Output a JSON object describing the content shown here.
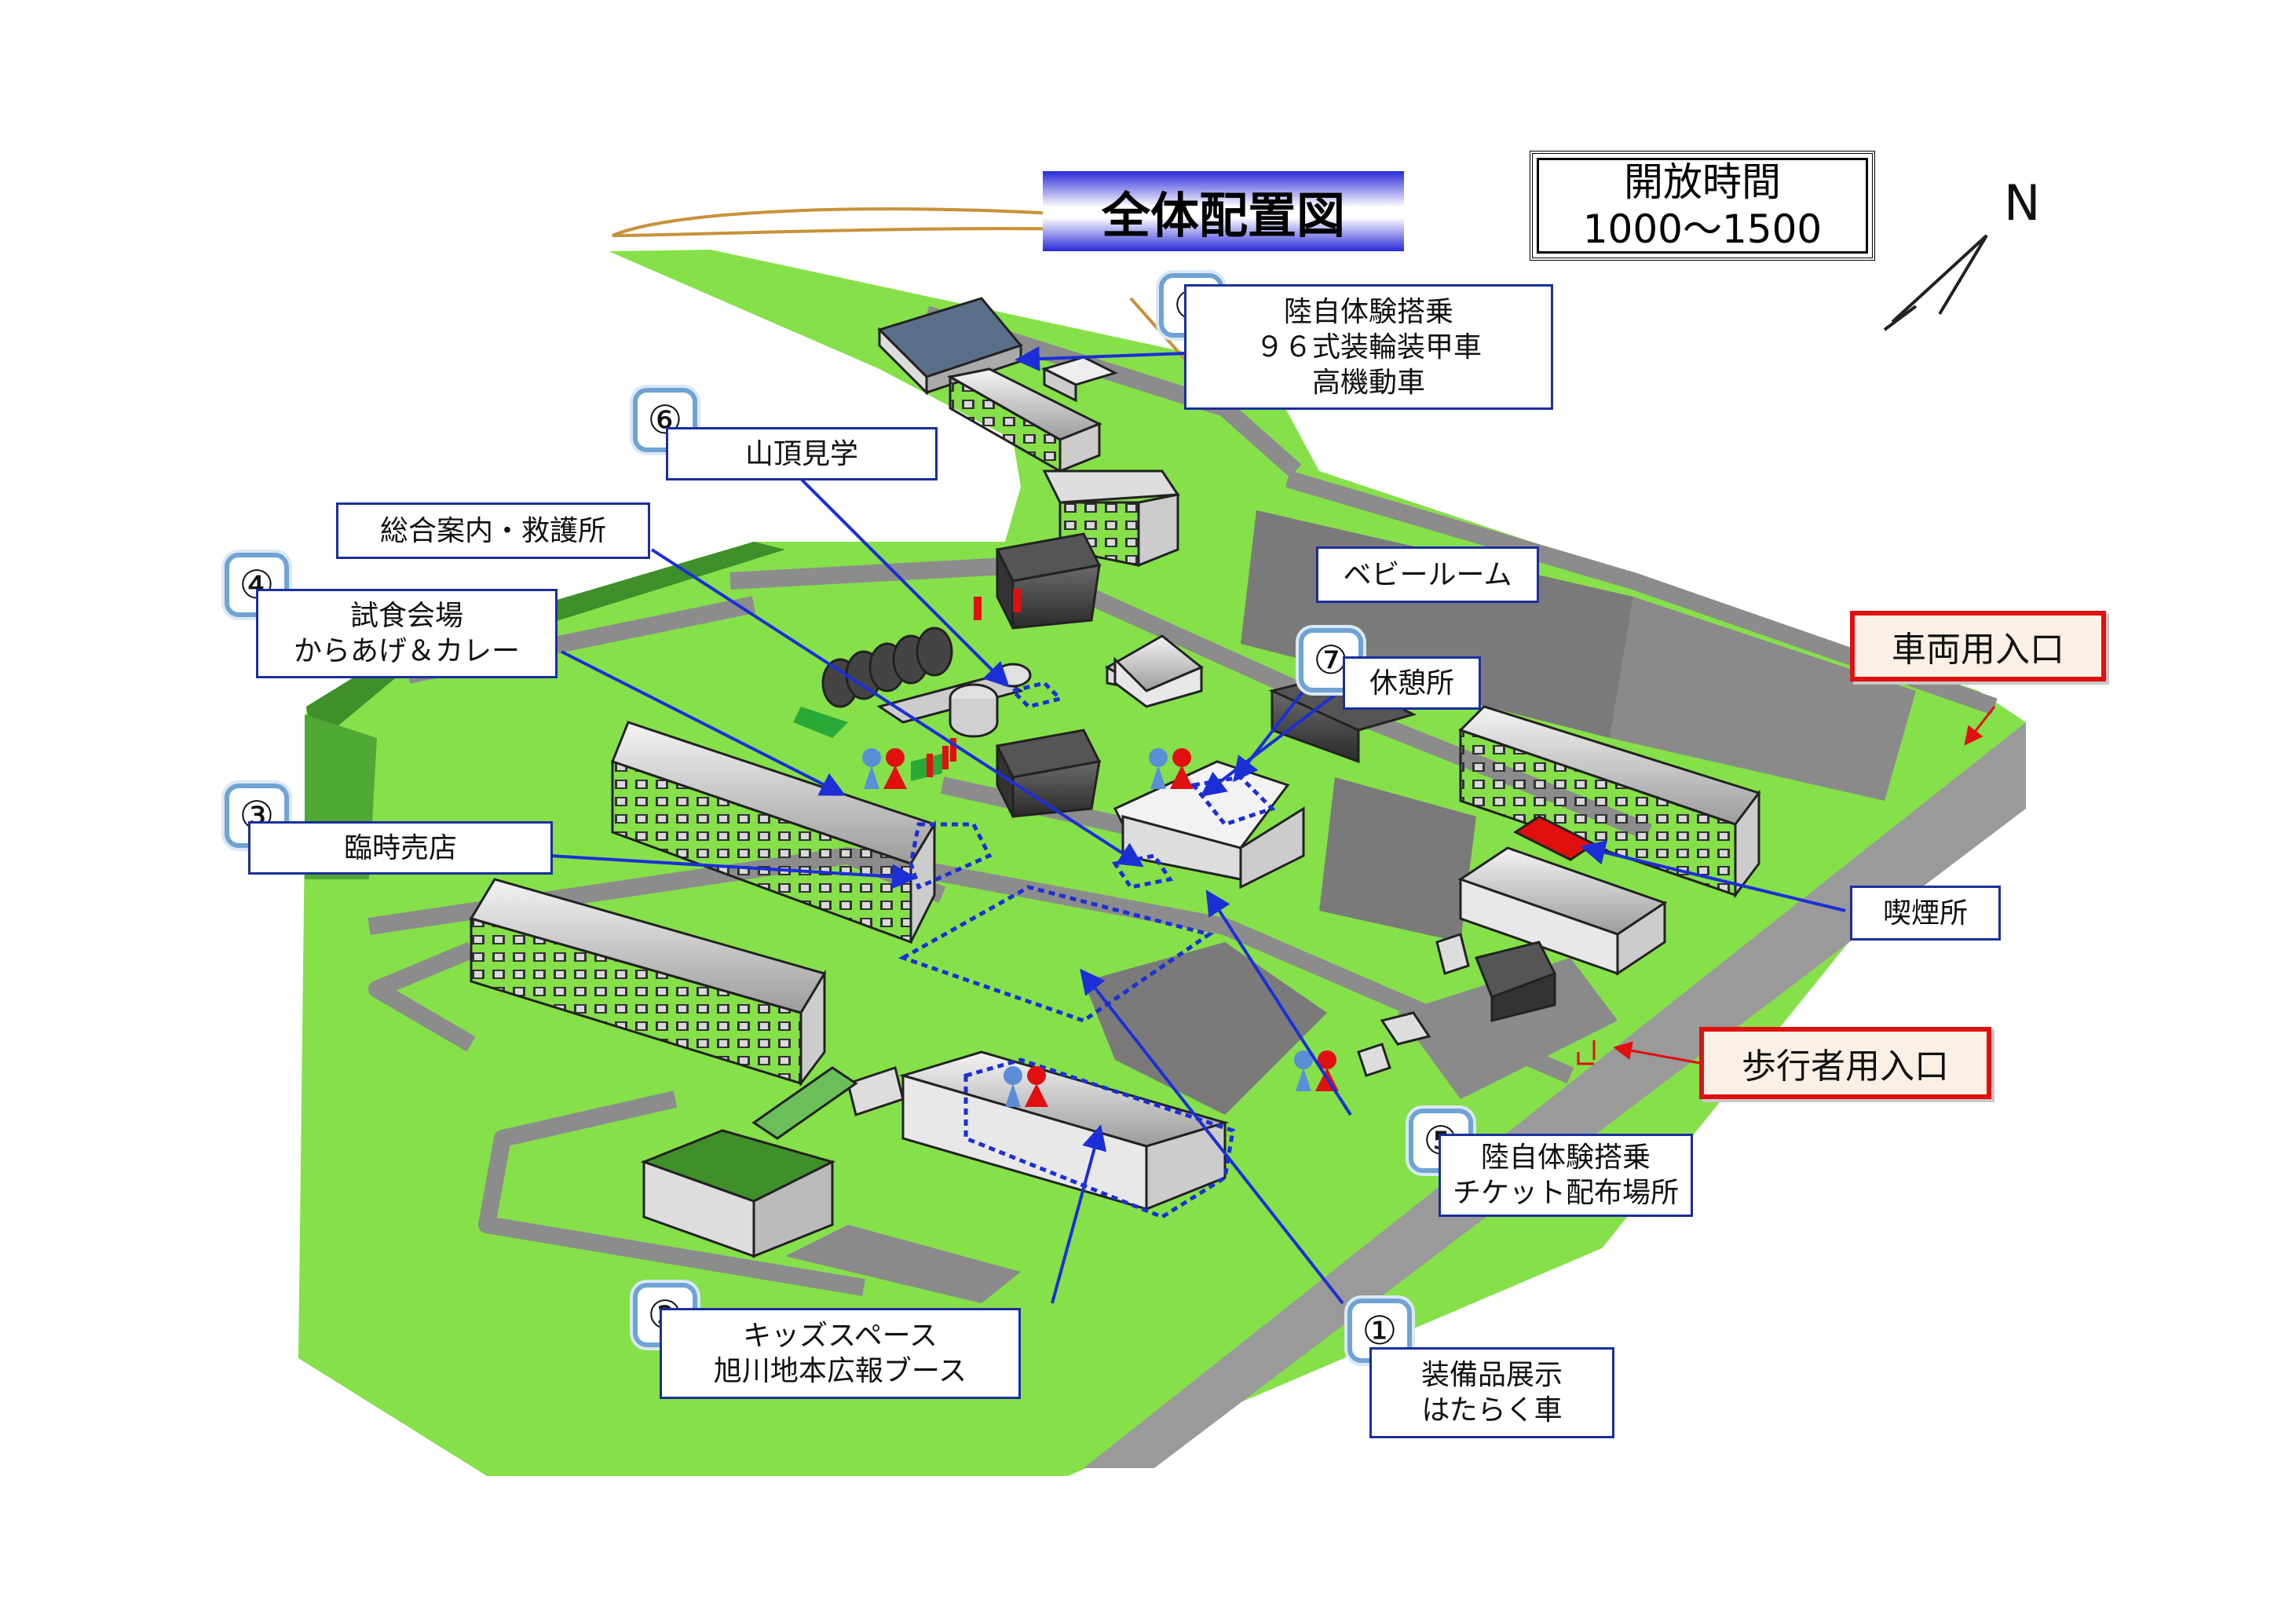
{
  "title": "全体配置図",
  "hours": {
    "label": "開放時間",
    "value": "1000～1500"
  },
  "north": "N",
  "locations": [
    {
      "num": "①",
      "lines": [
        "装備品展示",
        "はたらく車"
      ]
    },
    {
      "num": "②",
      "lines": [
        "キッズスペース",
        "旭川地本広報ブース"
      ]
    },
    {
      "num": "③",
      "lines": [
        "臨時売店"
      ]
    },
    {
      "num": "④",
      "lines": [
        "試食会場",
        "からあげ＆カレー"
      ]
    },
    {
      "num": "⑤",
      "lines": [
        "陸自体験搭乗",
        "チケット配布場所"
      ]
    },
    {
      "num": "⑥",
      "lines": [
        "山頂見学"
      ]
    },
    {
      "num": "⑦",
      "lines": [
        "休憩所"
      ]
    },
    {
      "num": "⑧",
      "lines": [
        "陸自体験搭乗",
        "９６式装輪装甲車",
        "高機動車"
      ]
    }
  ],
  "other_labels": {
    "info": "総合案内・救護所",
    "baby": "ベビールーム",
    "smoking": "喫煙所"
  },
  "entrances": {
    "vehicle": "車両用入口",
    "pedestrian": "歩行者用入口"
  },
  "colors": {
    "grass": "#86e04a",
    "road": "#8c8c8c",
    "label_border": "#1a2f9c",
    "arrow": "#1c2fd6",
    "entrance_border": "#e01010",
    "number_border": "#6fa3d4"
  }
}
